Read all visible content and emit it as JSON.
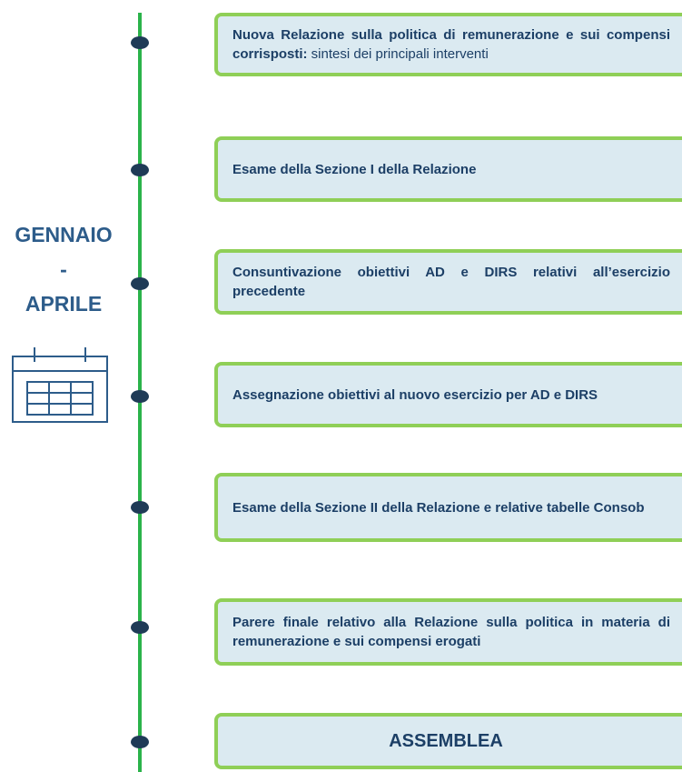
{
  "period": {
    "start": "GENNAIO",
    "separator": "-",
    "end": "APRILE"
  },
  "calendar_icon": "calendar-icon",
  "colors": {
    "timeline": "#2bb34a",
    "node": "#1f3b57",
    "box_fill": "#dbeaf1",
    "box_border": "#8fcf57",
    "text": "#1c3f66",
    "period_text": "#2d5c8a"
  },
  "steps": [
    {
      "bold": "Nuova Relazione sulla politica di remunerazione e sui compensi corrisposti:",
      "normal": " sintesi dei principali interventi"
    },
    {
      "bold": "Esame della Sezione I della Relazione",
      "normal": ""
    },
    {
      "bold": "Consuntivazione obiettivi AD e DIRS relativi all’esercizio precedente",
      "normal": ""
    },
    {
      "bold": "Assegnazione obiettivi al nuovo esercizio per AD e DIRS",
      "normal": ""
    },
    {
      "bold": "Esame della Sezione II della Relazione e relative tabelle Consob",
      "normal": ""
    },
    {
      "bold": "Parere finale relativo alla Relazione sulla politica in materia di remunerazione e sui compensi erogati",
      "normal": ""
    }
  ],
  "final_step": "ASSEMBLEA"
}
